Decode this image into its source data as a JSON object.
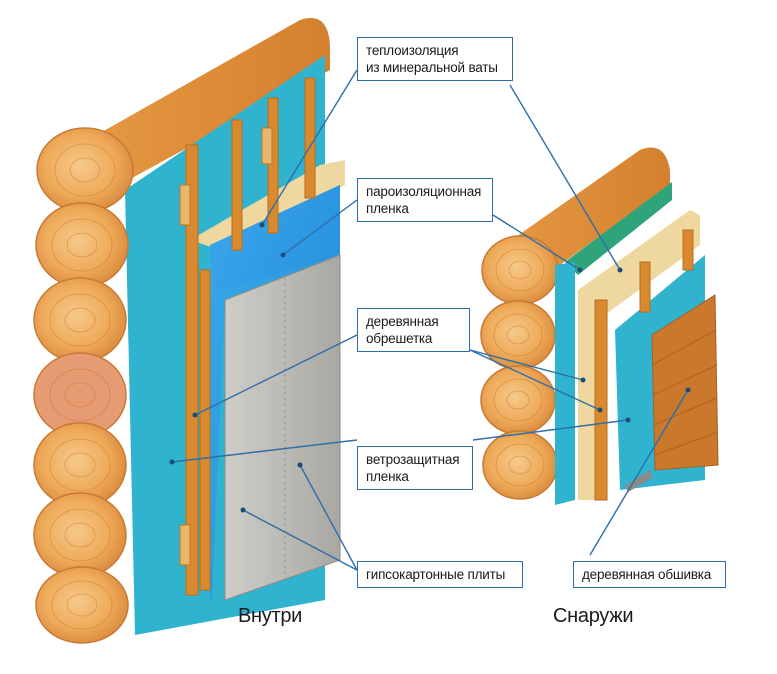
{
  "labels": {
    "thermal_insulation": [
      "теплоизоляция",
      "из минеральной ваты"
    ],
    "vapor_barrier": [
      "пароизоляционная",
      "пленка"
    ],
    "wood_lathing": [
      "деревянная",
      "обрешетка"
    ],
    "wind_barrier": [
      "ветрозащитная",
      "пленка"
    ],
    "drywall": [
      "гипсокартонные плиты"
    ],
    "wood_cladding": [
      "деревянная обшивка"
    ]
  },
  "sides": {
    "inside": "Внутри",
    "outside": "Снаружи"
  },
  "colors": {
    "callout_border": "#2d6fa8",
    "leader_line": "#2d6fa8",
    "log": "#e69a3c",
    "log_end": "#f0b35e",
    "membrane_cyan": "#2fb3cf",
    "vapor_blue": "#2f9ce6",
    "insulation": "#efd8a0",
    "drywall": "#b9b7b1",
    "lathing": "#d98a2e",
    "green_film": "#2fa47a"
  }
}
